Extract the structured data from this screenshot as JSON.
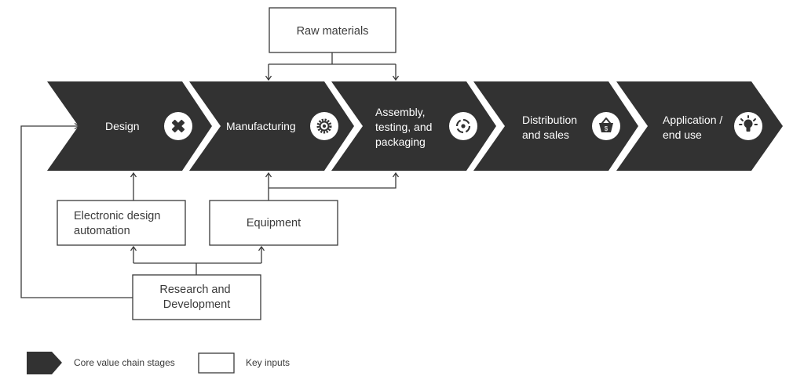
{
  "stages": [
    {
      "lines": [
        "Design"
      ],
      "icon": "pencil-ruler-icon"
    },
    {
      "lines": [
        "Manufacturing"
      ],
      "icon": "gear-icon"
    },
    {
      "lines": [
        "Assembly,",
        "testing, and",
        "packaging"
      ],
      "icon": "cycle-icon"
    },
    {
      "lines": [
        "Distribution",
        "and sales"
      ],
      "icon": "shopping-basket-icon"
    },
    {
      "lines": [
        "Application /",
        "end use"
      ],
      "icon": "lightbulb-hand-icon"
    }
  ],
  "inputs": {
    "raw_materials": [
      "Raw materials"
    ],
    "eda": [
      "Electronic design",
      "automation"
    ],
    "equipment": [
      "Equipment"
    ],
    "rnd": [
      "Research and",
      "Development"
    ]
  },
  "legend": {
    "core": "Core value chain stages",
    "inputs": "Key inputs"
  },
  "colors": {
    "stage_fill": "#323232",
    "stroke": "#3a3a3a",
    "background": "#ffffff"
  }
}
